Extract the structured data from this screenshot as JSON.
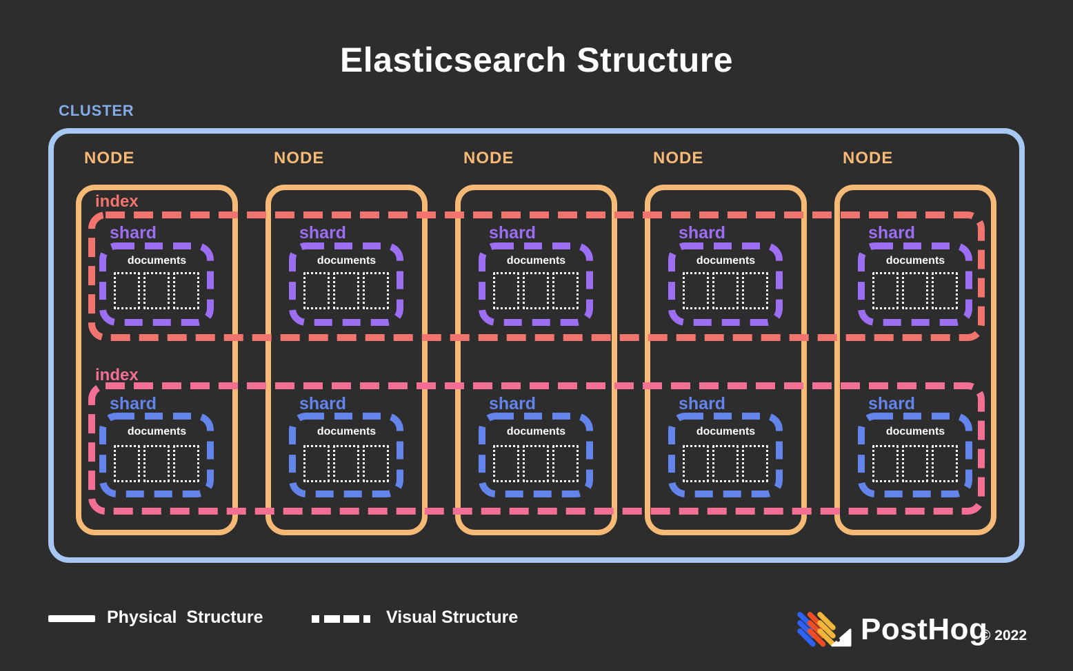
{
  "title": "Elasticsearch Structure",
  "cluster": {
    "label": "CLUSTER"
  },
  "nodes": [
    {
      "label": "NODE"
    },
    {
      "label": "NODE"
    },
    {
      "label": "NODE"
    },
    {
      "label": "NODE"
    },
    {
      "label": "NODE"
    }
  ],
  "indexes": [
    {
      "label": "index",
      "color": "#f2746e",
      "shard": {
        "label": "shard",
        "color": "#9c6ef2"
      }
    },
    {
      "label": "index",
      "color": "#f46f94",
      "shard": {
        "label": "shard",
        "color": "#6384ea"
      }
    }
  ],
  "documents_label": "documents",
  "documents_per_shard": 3,
  "legend": {
    "physical_label": "Physical  Structure",
    "visual_label": "Visual Structure"
  },
  "footer": {
    "brand": "PostHog",
    "copyright": "© 2022"
  },
  "colors": {
    "background": "#2d2d2d",
    "title_text": "#ffffff",
    "cluster_border": "#a6c8f2",
    "cluster_label": "#83abe8",
    "node_orange": "#f7ba76",
    "index_1": "#f2746e",
    "index_2": "#f46f94",
    "shard_1": "#9c6ef2",
    "shard_2": "#6384ea",
    "documents_text": "#ffffff",
    "logo_blue": "#2f62f4",
    "logo_orange": "#ef4d23",
    "logo_yellow": "#f2b63a"
  }
}
